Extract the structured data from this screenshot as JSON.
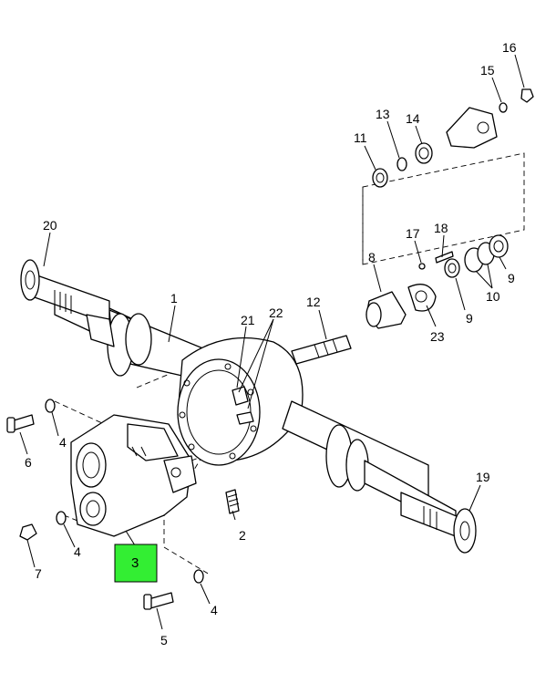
{
  "diagram": {
    "highlight_color": "#33ee33",
    "callouts": [
      {
        "id": "c1",
        "label": "1"
      },
      {
        "id": "c2",
        "label": "2"
      },
      {
        "id": "c3",
        "label": "3"
      },
      {
        "id": "c4a",
        "label": "4"
      },
      {
        "id": "c4b",
        "label": "4"
      },
      {
        "id": "c4c",
        "label": "4"
      },
      {
        "id": "c5",
        "label": "5"
      },
      {
        "id": "c6",
        "label": "6"
      },
      {
        "id": "c7",
        "label": "7"
      },
      {
        "id": "c8",
        "label": "8"
      },
      {
        "id": "c9a",
        "label": "9"
      },
      {
        "id": "c9b",
        "label": "9"
      },
      {
        "id": "c10",
        "label": "10"
      },
      {
        "id": "c11",
        "label": "11"
      },
      {
        "id": "c12",
        "label": "12"
      },
      {
        "id": "c13",
        "label": "13"
      },
      {
        "id": "c14",
        "label": "14"
      },
      {
        "id": "c15",
        "label": "15"
      },
      {
        "id": "c16",
        "label": "16"
      },
      {
        "id": "c17",
        "label": "17"
      },
      {
        "id": "c18",
        "label": "18"
      },
      {
        "id": "c19",
        "label": "19"
      },
      {
        "id": "c20",
        "label": "20"
      },
      {
        "id": "c21",
        "label": "21"
      },
      {
        "id": "c22",
        "label": "22"
      },
      {
        "id": "c23",
        "label": "23"
      }
    ]
  }
}
